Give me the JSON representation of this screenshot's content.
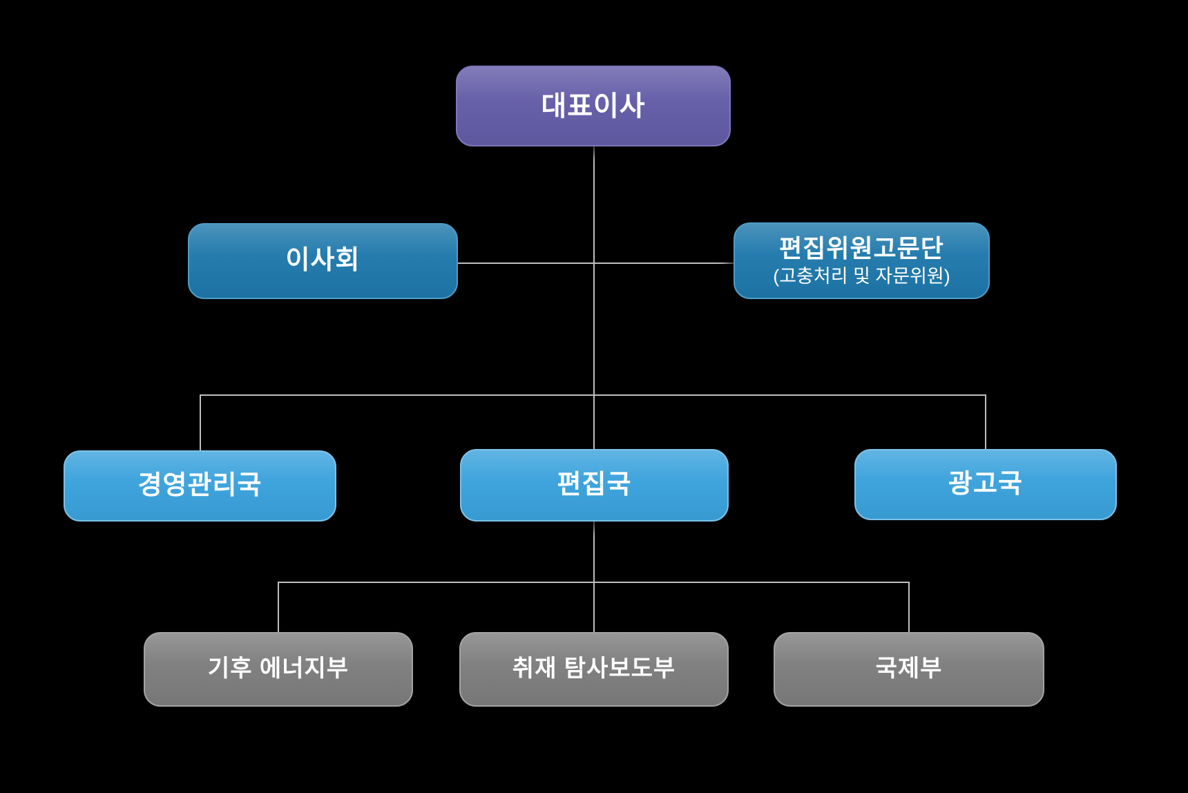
{
  "palette": {
    "background": "#000000",
    "line": "#c0c0c0",
    "text": "#ffffff",
    "ceo_fill": "#635ca7",
    "executive_fill": "#1e78ab",
    "division_fill": "#3aa2dc",
    "department_fill": "#7d7d7d"
  },
  "org_chart": {
    "ceo": {
      "label": "대표이사"
    },
    "board": {
      "label": "이사회"
    },
    "advisory": {
      "label": "편집위원고문단",
      "sublabel": "(고충처리 및 자문위원)"
    },
    "divisions": [
      {
        "label": "경영관리국"
      },
      {
        "label": "편집국"
      },
      {
        "label": "광고국"
      }
    ],
    "departments": [
      {
        "label": "기후 에너지부"
      },
      {
        "label": "취재 탐사보도부"
      },
      {
        "label": "국제부"
      }
    ]
  }
}
